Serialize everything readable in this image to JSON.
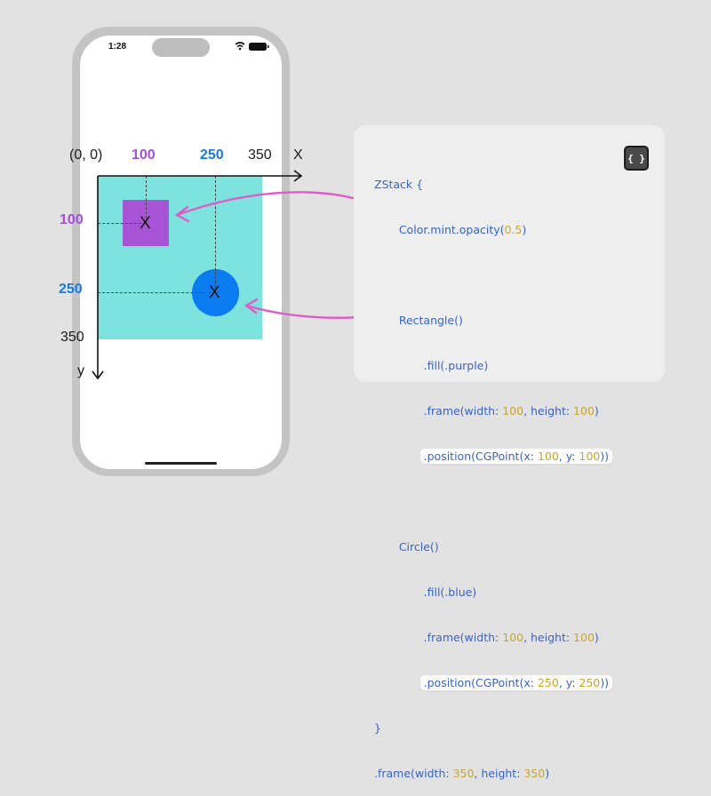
{
  "phone": {
    "time": "1:28"
  },
  "axes": {
    "origin": "(0, 0)",
    "x_label": "X",
    "y_label": "y",
    "x_ticks": [
      "100",
      "250",
      "350"
    ],
    "y_ticks": [
      "100",
      "250",
      "350"
    ]
  },
  "marks": {
    "rect_mark": "X",
    "circle_mark": "X"
  },
  "colors": {
    "mint": "#7ce3df",
    "purple": "#a755d6",
    "blue": "#0a7cf0",
    "arrow": "#e05ac8",
    "code_keyword": "#3a64c4",
    "code_number": "#c9a426"
  },
  "code": {
    "button_icon": "code-braces-icon",
    "button_text": "{ }",
    "zstack": "ZStack {",
    "color_prefix": "Color.mint.opacity(",
    "color_value": "0.5",
    "color_suffix": ")",
    "rectangle": "Rectangle()",
    "rect_fill": ".fill(.purple)",
    "rect_frame_a": ".frame(width: ",
    "rect_frame_w": "100",
    "rect_frame_b": ", height: ",
    "rect_frame_h": "100",
    "rect_frame_c": ")",
    "rect_pos_a": ".position(CGPoint(x: ",
    "rect_pos_x": "100",
    "rect_pos_b": ", y: ",
    "rect_pos_y": "100",
    "rect_pos_c": "))",
    "circle": "Circle()",
    "circle_fill": ".fill(.blue)",
    "circle_frame_a": ".frame(width: ",
    "circle_frame_w": "100",
    "circle_frame_b": ", height: ",
    "circle_frame_h": "100",
    "circle_frame_c": ")",
    "circle_pos_a": ".position(CGPoint(x: ",
    "circle_pos_x": "250",
    "circle_pos_b": ", y: ",
    "circle_pos_y": "250",
    "circle_pos_c": "))",
    "close": "}",
    "outer_frame_a": ".frame(width: ",
    "outer_frame_w": "350",
    "outer_frame_b": ", height: ",
    "outer_frame_h": "350",
    "outer_frame_c": ")"
  }
}
